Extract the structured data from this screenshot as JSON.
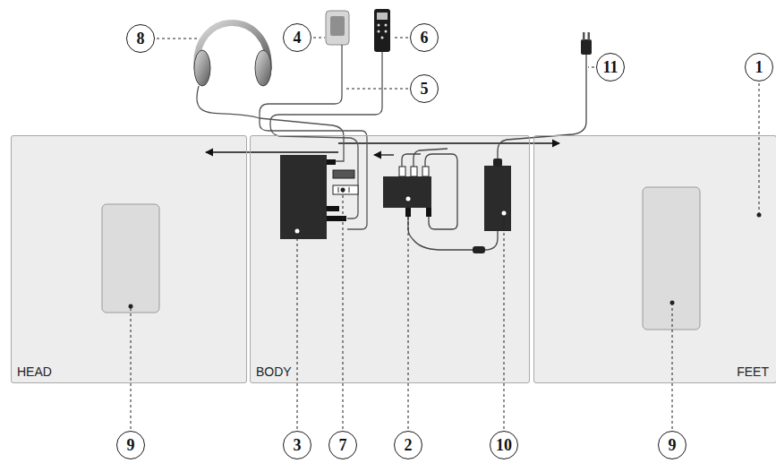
{
  "diagram": {
    "nodes": [
      {
        "text": [
          "HEAD"
        ]
      },
      {
        "text": [
          "BODY"
        ]
      },
      {
        "text": [
          "FEET"
        ]
      }
    ],
    "labels": [
      "8",
      "4",
      "6",
      "5",
      "11",
      "1",
      "9",
      "3",
      "7",
      "2",
      "10",
      "9"
    ]
  }
}
